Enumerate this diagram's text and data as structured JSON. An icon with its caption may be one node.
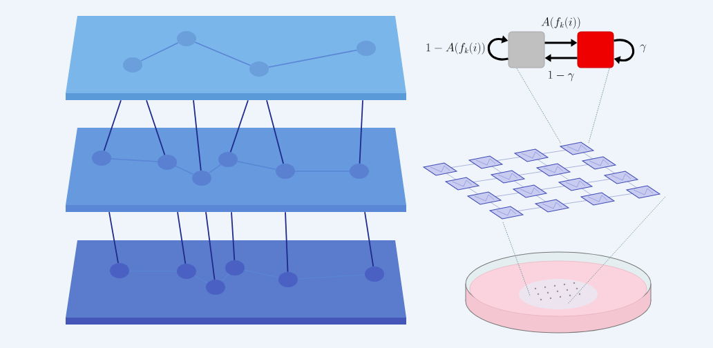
{
  "diagram": {
    "nodes": [
      {
        "text": [],
        "shape": "box"
      },
      {
        "text": [],
        "shape": "circle",
        "in": 0
      },
      {
        "text": [],
        "shape": "circle",
        "in": 0
      },
      {
        "text": [],
        "shape": "circle",
        "in": 0
      },
      {
        "text": [],
        "shape": "circle",
        "in": 0
      },
      {
        "text": [],
        "shape": "box"
      },
      {
        "text": [],
        "shape": "circle",
        "in": 5
      },
      {
        "text": [],
        "shape": "circle",
        "in": 5
      },
      {
        "text": [],
        "shape": "circle",
        "in": 5
      },
      {
        "text": [],
        "shape": "circle",
        "in": 5
      },
      {
        "text": [],
        "shape": "circle",
        "in": 5
      },
      {
        "text": [],
        "shape": "circle",
        "in": 5
      },
      {
        "text": [],
        "shape": "box"
      },
      {
        "text": [],
        "shape": "circle",
        "in": 12
      },
      {
        "text": [],
        "shape": "circle",
        "in": 12
      },
      {
        "text": [],
        "shape": "circle",
        "in": 12
      },
      {
        "text": [],
        "shape": "circle",
        "in": 12
      },
      {
        "text": [],
        "shape": "circle",
        "in": 12
      },
      {
        "text": [],
        "shape": "circle",
        "in": 12
      },
      {
        "text": [],
        "shape": "box"
      },
      {
        "text": [],
        "shape": "box"
      },
      {
        "text": [],
        "shape": "picture"
      },
      {
        "text": [],
        "shape": "picture"
      }
    ],
    "edges": [
      {
        "from": 1,
        "to": 2,
        "arrow": "none"
      },
      {
        "from": 2,
        "to": 3,
        "arrow": "none"
      },
      {
        "from": 3,
        "to": 4,
        "arrow": "none"
      },
      {
        "from": 6,
        "to": 7,
        "arrow": "none"
      },
      {
        "from": 7,
        "to": 8,
        "arrow": "none"
      },
      {
        "from": 8,
        "to": 9,
        "arrow": "none"
      },
      {
        "from": 9,
        "to": 10,
        "arrow": "none"
      },
      {
        "from": 10,
        "to": 11,
        "arrow": "none"
      },
      {
        "from": 13,
        "to": 14,
        "arrow": "none"
      },
      {
        "from": 14,
        "to": 15,
        "arrow": "none"
      },
      {
        "from": 15,
        "to": 16,
        "arrow": "none"
      },
      {
        "from": 16,
        "to": 17,
        "arrow": "none"
      },
      {
        "from": 17,
        "to": 18,
        "arrow": "none"
      },
      {
        "from": 0,
        "to": 6,
        "arrow": "none",
        "color": "#1f2a8c"
      },
      {
        "from": 0,
        "to": 7,
        "arrow": "none",
        "color": "#1f2a8c"
      },
      {
        "from": 0,
        "to": 8,
        "arrow": "none",
        "color": "#1f2a8c"
      },
      {
        "from": 0,
        "to": 9,
        "arrow": "none",
        "color": "#1f2a8c"
      },
      {
        "from": 0,
        "to": 10,
        "arrow": "none",
        "color": "#1f2a8c"
      },
      {
        "from": 0,
        "to": 11,
        "arrow": "none",
        "color": "#1f2a8c"
      },
      {
        "from": 5,
        "to": 13,
        "arrow": "none",
        "color": "#1f2a8c"
      },
      {
        "from": 5,
        "to": 14,
        "arrow": "none",
        "color": "#1f2a8c"
      },
      {
        "from": 5,
        "to": 15,
        "arrow": "none",
        "color": "#1f2a8c"
      },
      {
        "from": 5,
        "to": 16,
        "arrow": "none",
        "color": "#1f2a8c"
      },
      {
        "from": 5,
        "to": 17,
        "arrow": "none",
        "color": "#1f2a8c"
      },
      {
        "from": 5,
        "to": 18,
        "arrow": "none",
        "color": "#1f2a8c"
      },
      {
        "from": 19,
        "to": 20,
        "arrow": "to",
        "label": "A(f_k(i))",
        "style": "thick",
        "color": "#000000"
      },
      {
        "from": 20,
        "to": 19,
        "arrow": "to",
        "label": "1-\\gamma",
        "style": "thick",
        "color": "#000000"
      },
      {
        "from": 19,
        "to": 19,
        "arrow": "to",
        "label": "1-A(f_k(i))",
        "style": "thick",
        "color": "#000000"
      },
      {
        "from": 20,
        "to": 20,
        "arrow": "to",
        "label": "\\gamma",
        "style": "thick",
        "color": "#000000"
      },
      {
        "from": 19,
        "to": 21,
        "arrow": "none",
        "style": "dashed",
        "color": "#5f8a9a"
      },
      {
        "from": 20,
        "to": 21,
        "arrow": "none",
        "style": "dashed",
        "color": "#5f8a9a"
      },
      {
        "from": 21,
        "to": 22,
        "arrow": "none",
        "style": "dashed",
        "color": "#5f8a9a"
      },
      {
        "from": 21,
        "to": 22,
        "arrow": "none",
        "style": "dashed",
        "color": "#5f8a9a"
      }
    ]
  }
}
